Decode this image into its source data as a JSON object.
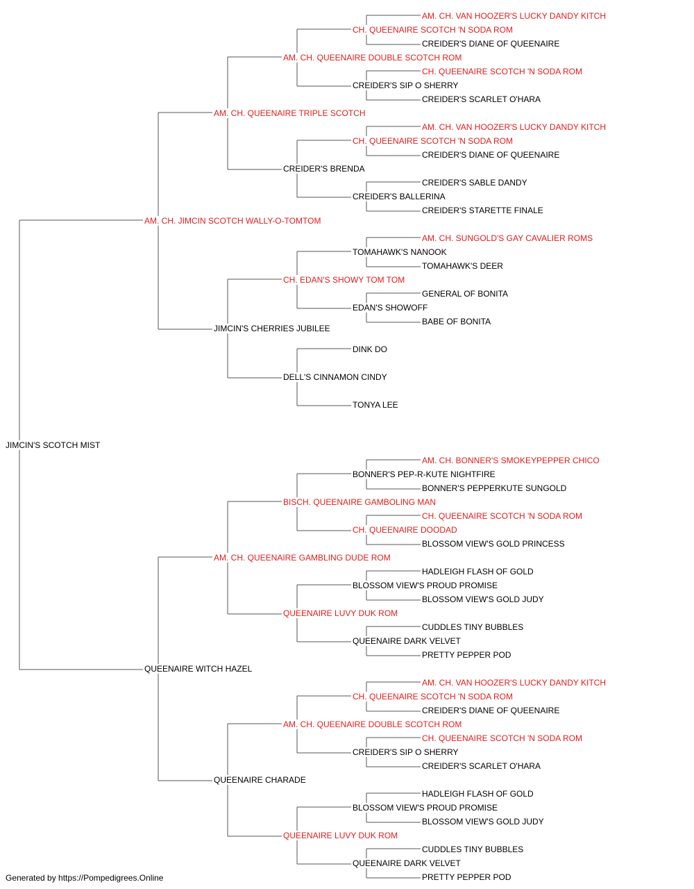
{
  "colors": {
    "titled": "#e31b1b",
    "normal": "#000000",
    "line": "#555555"
  },
  "pedigree": {
    "name": "JIMCIN'S SCOTCH MIST",
    "titled": false,
    "sire": {
      "name": "AM. CH. JIMCIN SCOTCH WALLY-O-TOMTOM",
      "titled": true,
      "sire": {
        "name": "AM. CH. QUEENAIRE TRIPLE SCOTCH",
        "titled": true,
        "sire": {
          "name": "AM. CH. QUEENAIRE DOUBLE SCOTCH ROM",
          "titled": true,
          "sire": {
            "name": "CH. QUEENAIRE SCOTCH 'N SODA ROM",
            "titled": true,
            "sire": {
              "name": "AM. CH. VAN HOOZER'S LUCKY DANDY KITCH",
              "titled": true
            },
            "dam": {
              "name": "CREIDER'S DIANE OF QUEENAIRE",
              "titled": false
            }
          },
          "dam": {
            "name": "CREIDER'S SIP O SHERRY",
            "titled": false,
            "sire": {
              "name": "CH. QUEENAIRE SCOTCH 'N SODA ROM",
              "titled": true
            },
            "dam": {
              "name": "CREIDER'S SCARLET O'HARA",
              "titled": false
            }
          }
        },
        "dam": {
          "name": "CREIDER'S BRENDA",
          "titled": false,
          "sire": {
            "name": "CH. QUEENAIRE SCOTCH 'N SODA ROM",
            "titled": true,
            "sire": {
              "name": "AM. CH. VAN HOOZER'S LUCKY DANDY KITCH",
              "titled": true
            },
            "dam": {
              "name": "CREIDER'S DIANE OF QUEENAIRE",
              "titled": false
            }
          },
          "dam": {
            "name": "CREIDER'S BALLERINA",
            "titled": false,
            "sire": {
              "name": "CREIDER'S SABLE DANDY",
              "titled": false
            },
            "dam": {
              "name": "CREIDER'S STARETTE FINALE",
              "titled": false
            }
          }
        }
      },
      "dam": {
        "name": "JIMCIN'S CHERRIES JUBILEE",
        "titled": false,
        "sire": {
          "name": "CH. EDAN'S SHOWY TOM TOM",
          "titled": true,
          "sire": {
            "name": "TOMAHAWK'S NANOOK",
            "titled": false,
            "sire": {
              "name": "AM. CH. SUNGOLD'S GAY CAVALIER ROMS",
              "titled": true
            },
            "dam": {
              "name": "TOMAHAWK'S DEER",
              "titled": false
            }
          },
          "dam": {
            "name": "EDAN'S SHOWOFF",
            "titled": false,
            "sire": {
              "name": "GENERAL OF BONITA",
              "titled": false
            },
            "dam": {
              "name": "BABE OF BONITA",
              "titled": false
            }
          }
        },
        "dam": {
          "name": "DELL'S CINNAMON CINDY",
          "titled": false,
          "sire": {
            "name": "DINK DO",
            "titled": false
          },
          "dam": {
            "name": "TONYA LEE",
            "titled": false
          }
        }
      }
    },
    "dam": {
      "name": "QUEENAIRE WITCH HAZEL",
      "titled": false,
      "sire": {
        "name": "AM. CH. QUEENAIRE GAMBLING DUDE ROM",
        "titled": true,
        "sire": {
          "name": "BISCH. QUEENAIRE GAMBOLING MAN",
          "titled": true,
          "sire": {
            "name": "BONNER'S PEP-R-KUTE NIGHTFIRE",
            "titled": false,
            "sire": {
              "name": "AM. CH. BONNER'S SMOKEYPEPPER CHICO",
              "titled": true
            },
            "dam": {
              "name": "BONNER'S PEPPERKUTE SUNGOLD",
              "titled": false
            }
          },
          "dam": {
            "name": "CH. QUEENAIRE DOODAD",
            "titled": true,
            "sire": {
              "name": "CH. QUEENAIRE SCOTCH 'N SODA ROM",
              "titled": true
            },
            "dam": {
              "name": "BLOSSOM VIEW'S GOLD PRINCESS",
              "titled": false
            }
          }
        },
        "dam": {
          "name": "QUEENAIRE LUVY DUK ROM",
          "titled": true,
          "sire": {
            "name": "BLOSSOM VIEW'S PROUD PROMISE",
            "titled": false,
            "sire": {
              "name": "HADLEIGH FLASH OF GOLD",
              "titled": false
            },
            "dam": {
              "name": "BLOSSOM VIEW'S GOLD JUDY",
              "titled": false
            }
          },
          "dam": {
            "name": "QUEENAIRE DARK VELVET",
            "titled": false,
            "sire": {
              "name": "CUDDLES TINY BUBBLES",
              "titled": false
            },
            "dam": {
              "name": "PRETTY PEPPER POD",
              "titled": false
            }
          }
        }
      },
      "dam": {
        "name": "QUEENAIRE CHARADE",
        "titled": false,
        "sire": {
          "name": "AM. CH. QUEENAIRE DOUBLE SCOTCH ROM",
          "titled": true,
          "sire": {
            "name": "CH. QUEENAIRE SCOTCH 'N SODA ROM",
            "titled": true,
            "sire": {
              "name": "AM. CH. VAN HOOZER'S LUCKY DANDY KITCH",
              "titled": true
            },
            "dam": {
              "name": "CREIDER'S DIANE OF QUEENAIRE",
              "titled": false
            }
          },
          "dam": {
            "name": "CREIDER'S SIP O SHERRY",
            "titled": false,
            "sire": {
              "name": "CH. QUEENAIRE SCOTCH 'N SODA ROM",
              "titled": true
            },
            "dam": {
              "name": "CREIDER'S SCARLET O'HARA",
              "titled": false
            }
          }
        },
        "dam": {
          "name": "QUEENAIRE LUVY DUK ROM",
          "titled": true,
          "sire": {
            "name": "BLOSSOM VIEW'S PROUD PROMISE",
            "titled": false,
            "sire": {
              "name": "HADLEIGH FLASH OF GOLD",
              "titled": false
            },
            "dam": {
              "name": "BLOSSOM VIEW'S GOLD JUDY",
              "titled": false
            }
          },
          "dam": {
            "name": "QUEENAIRE DARK VELVET",
            "titled": false,
            "sire": {
              "name": "CUDDLES TINY BUBBLES",
              "titled": false
            },
            "dam": {
              "name": "PRETTY PEPPER POD",
              "titled": false
            }
          }
        }
      }
    }
  },
  "footer": {
    "text": "Generated by https://Pompedigrees.Online"
  }
}
